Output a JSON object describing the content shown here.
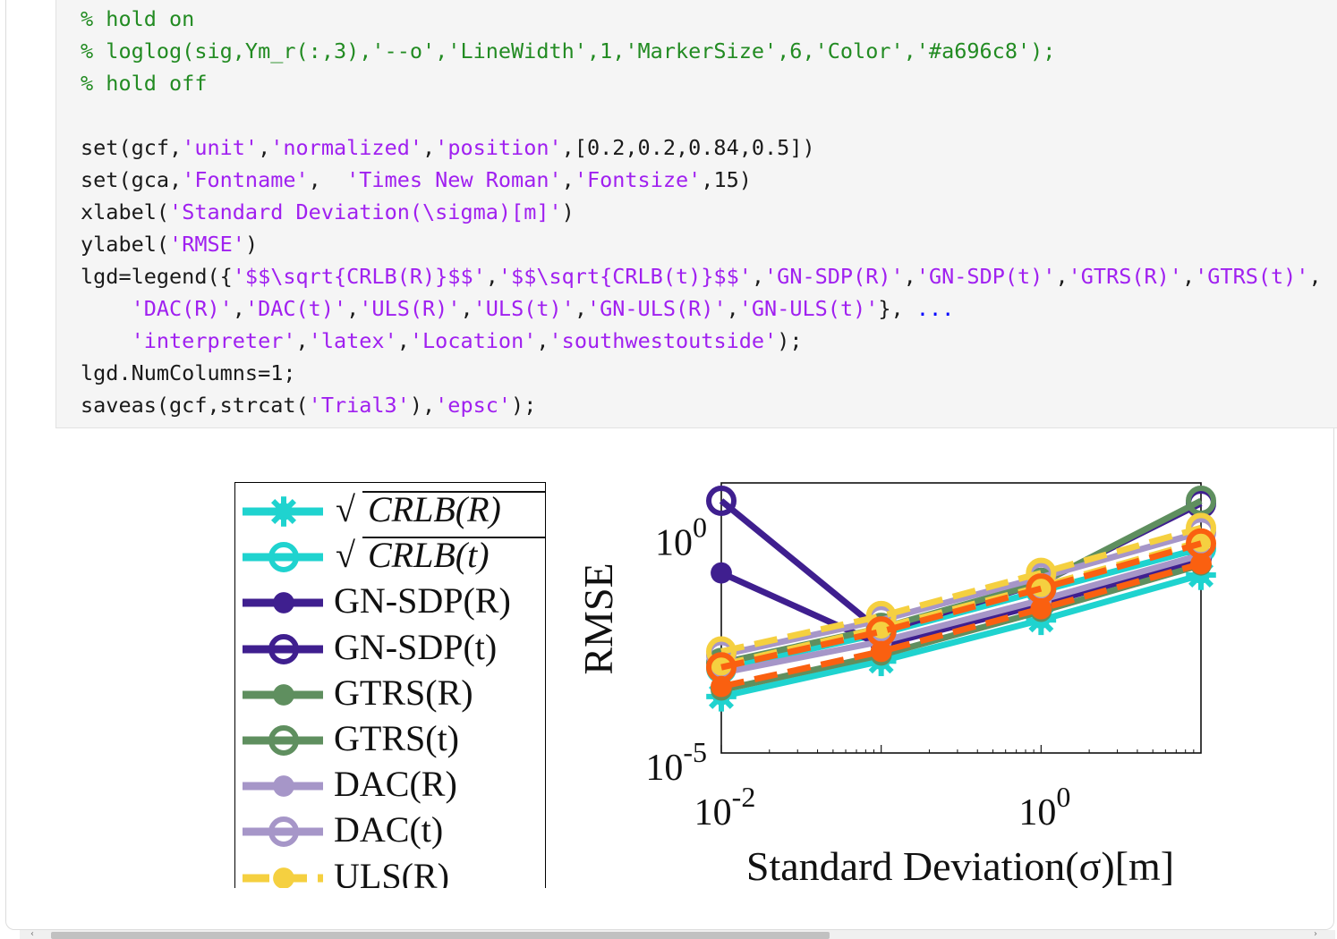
{
  "code": {
    "lines": [
      [
        {
          "t": "% hold on",
          "c": "cm"
        }
      ],
      [
        {
          "t": "% loglog(sig,Ym_r(:,3),'--o','LineWidth',1,'MarkerSize',6,'Color','#a696c8');",
          "c": "cm"
        }
      ],
      [
        {
          "t": "% hold off",
          "c": "cm"
        }
      ],
      [
        {
          "t": "",
          "c": ""
        }
      ],
      [
        {
          "t": "set(gcf,",
          "c": ""
        },
        {
          "t": "'unit'",
          "c": "str"
        },
        {
          "t": ",",
          "c": ""
        },
        {
          "t": "'normalized'",
          "c": "str"
        },
        {
          "t": ",",
          "c": ""
        },
        {
          "t": "'position'",
          "c": "str"
        },
        {
          "t": ",[0.2,0.2,0.84,0.5])",
          "c": ""
        }
      ],
      [
        {
          "t": "set(gca,",
          "c": ""
        },
        {
          "t": "'Fontname'",
          "c": "str"
        },
        {
          "t": ",  ",
          "c": ""
        },
        {
          "t": "'Times New Roman'",
          "c": "str"
        },
        {
          "t": ",",
          "c": ""
        },
        {
          "t": "'Fontsize'",
          "c": "str"
        },
        {
          "t": ",15)",
          "c": ""
        }
      ],
      [
        {
          "t": "xlabel(",
          "c": ""
        },
        {
          "t": "'Standard Deviation(\\sigma)[m]'",
          "c": "str"
        },
        {
          "t": ")",
          "c": ""
        }
      ],
      [
        {
          "t": "ylabel(",
          "c": ""
        },
        {
          "t": "'RMSE'",
          "c": "str"
        },
        {
          "t": ")",
          "c": ""
        }
      ],
      [
        {
          "t": "lgd=legend({",
          "c": ""
        },
        {
          "t": "'$$\\sqrt{CRLB(R)}$$'",
          "c": "str"
        },
        {
          "t": ",",
          "c": ""
        },
        {
          "t": "'$$\\sqrt{CRLB(t)}$$'",
          "c": "str"
        },
        {
          "t": ",",
          "c": ""
        },
        {
          "t": "'GN-SDP(R)'",
          "c": "str"
        },
        {
          "t": ",",
          "c": ""
        },
        {
          "t": "'GN-SDP(t)'",
          "c": "str"
        },
        {
          "t": ",",
          "c": ""
        },
        {
          "t": "'GTRS(R)'",
          "c": "str"
        },
        {
          "t": ",",
          "c": ""
        },
        {
          "t": "'GTRS(t)'",
          "c": "str"
        },
        {
          "t": ",",
          "c": ""
        }
      ],
      [
        {
          "t": "    ",
          "c": ""
        },
        {
          "t": "'DAC(R)'",
          "c": "str"
        },
        {
          "t": ",",
          "c": ""
        },
        {
          "t": "'DAC(t)'",
          "c": "str"
        },
        {
          "t": ",",
          "c": ""
        },
        {
          "t": "'ULS(R)'",
          "c": "str"
        },
        {
          "t": ",",
          "c": ""
        },
        {
          "t": "'ULS(t)'",
          "c": "str"
        },
        {
          "t": ",",
          "c": ""
        },
        {
          "t": "'GN-ULS(R)'",
          "c": "str"
        },
        {
          "t": ",",
          "c": ""
        },
        {
          "t": "'GN-ULS(t)'",
          "c": "str"
        },
        {
          "t": "}, ",
          "c": ""
        },
        {
          "t": "...",
          "c": "kw"
        }
      ],
      [
        {
          "t": "    ",
          "c": ""
        },
        {
          "t": "'interpreter'",
          "c": "str"
        },
        {
          "t": ",",
          "c": ""
        },
        {
          "t": "'latex'",
          "c": "str"
        },
        {
          "t": ",",
          "c": ""
        },
        {
          "t": "'Location'",
          "c": "str"
        },
        {
          "t": ",",
          "c": ""
        },
        {
          "t": "'southwestoutside'",
          "c": "str"
        },
        {
          "t": ");",
          "c": ""
        }
      ],
      [
        {
          "t": "lgd.NumColumns=1;",
          "c": ""
        }
      ],
      [
        {
          "t": "saveas(gcf,strcat(",
          "c": ""
        },
        {
          "t": "'Trial3'",
          "c": "str"
        },
        {
          "t": "),",
          "c": ""
        },
        {
          "t": "'epsc'",
          "c": "str"
        },
        {
          "t": ");",
          "c": ""
        }
      ]
    ]
  },
  "legend": {
    "entries": [
      {
        "label": "CRLB(R)",
        "math": true,
        "color": "#1fd3cf",
        "dash": false,
        "marker": "star"
      },
      {
        "label": "CRLB(t)",
        "math": true,
        "color": "#1fd3cf",
        "dash": false,
        "marker": "circle"
      },
      {
        "label": "GN-SDP(R)",
        "math": false,
        "color": "#3f1f8f",
        "dash": false,
        "marker": "dot"
      },
      {
        "label": "GN-SDP(t)",
        "math": false,
        "color": "#3f1f8f",
        "dash": false,
        "marker": "circle"
      },
      {
        "label": "GTRS(R)",
        "math": false,
        "color": "#5f8f5f",
        "dash": false,
        "marker": "dot"
      },
      {
        "label": "GTRS(t)",
        "math": false,
        "color": "#5f8f5f",
        "dash": false,
        "marker": "circle"
      },
      {
        "label": "DAC(R)",
        "math": false,
        "color": "#a696c8",
        "dash": false,
        "marker": "dot"
      },
      {
        "label": "DAC(t)",
        "math": false,
        "color": "#a696c8",
        "dash": false,
        "marker": "circle"
      },
      {
        "label": "ULS(R)",
        "math": false,
        "color": "#f5d040",
        "dash": true,
        "marker": "dot"
      }
    ]
  },
  "chart_data": {
    "type": "line",
    "xscale": "log",
    "yscale": "log",
    "xlabel": "Standard Deviation(σ)[m]",
    "ylabel": "RMSE",
    "xlim": [
      0.01,
      10
    ],
    "ylim": [
      1e-05,
      10
    ],
    "xticks": [
      {
        "base": "10",
        "exp": "-2",
        "v": 0.01
      },
      {
        "base": "10",
        "exp": "0",
        "v": 1
      }
    ],
    "yticks": [
      {
        "base": "10",
        "exp": "-5",
        "v": 1e-05
      },
      {
        "base": "10",
        "exp": "0",
        "v": 1
      }
    ],
    "x": [
      0.01,
      0.1,
      1,
      10
    ],
    "series": [
      {
        "name": "CRLB(R)",
        "color": "#1fd3cf",
        "dash": false,
        "marker": "star",
        "y": [
          0.00018,
          0.0011,
          0.009,
          0.09
        ]
      },
      {
        "name": "CRLB(t)",
        "color": "#1fd3cf",
        "dash": false,
        "marker": "circle",
        "y": [
          0.00075,
          0.0045,
          0.04,
          0.35
        ]
      },
      {
        "name": "GN-SDP(R)",
        "color": "#3f1f8f",
        "dash": false,
        "marker": "dot",
        "y": [
          0.1,
          0.0025,
          0.02,
          0.2
        ]
      },
      {
        "name": "GN-SDP(t)",
        "color": "#3f1f8f",
        "dash": false,
        "marker": "circle",
        "y": [
          4,
          0.005,
          0.06,
          3.5
        ]
      },
      {
        "name": "GTRS(R)",
        "color": "#5f8f5f",
        "dash": false,
        "marker": "dot",
        "y": [
          0.00025,
          0.0015,
          0.014,
          0.15
        ]
      },
      {
        "name": "GTRS(t)",
        "color": "#5f8f5f",
        "dash": false,
        "marker": "circle",
        "y": [
          0.001,
          0.006,
          0.06,
          4
        ]
      },
      {
        "name": "DAC(R)",
        "color": "#a696c8",
        "dash": false,
        "marker": "dot",
        "y": [
          0.0006,
          0.003,
          0.025,
          0.25
        ]
      },
      {
        "name": "DAC(t)",
        "color": "#a696c8",
        "dash": false,
        "marker": "circle",
        "y": [
          0.0015,
          0.009,
          0.08,
          0.8
        ]
      },
      {
        "name": "ULS(R)",
        "color": "#f5d040",
        "dash": true,
        "marker": "dot",
        "y": [
          0.0009,
          0.006,
          0.05,
          0.5
        ]
      },
      {
        "name": "ULS(t)",
        "color": "#f5d040",
        "dash": true,
        "marker": "circle",
        "y": [
          0.0018,
          0.011,
          0.1,
          1
        ]
      },
      {
        "name": "GN-ULS(R)",
        "color": "#fa6010",
        "dash": true,
        "marker": "dot",
        "y": [
          0.0003,
          0.0018,
          0.016,
          0.16
        ]
      },
      {
        "name": "GN-ULS(t)",
        "color": "#fa6010",
        "dash": true,
        "marker": "circle",
        "y": [
          0.0008,
          0.005,
          0.045,
          0.45
        ]
      }
    ]
  }
}
